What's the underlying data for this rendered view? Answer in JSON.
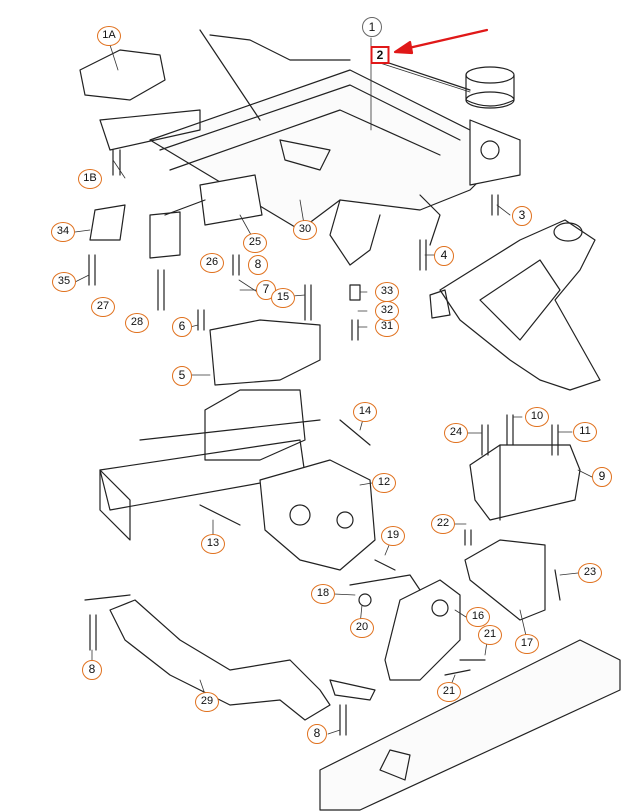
{
  "diagram": {
    "highlight_color": "#e01818",
    "callout_color": "#e0711e",
    "callouts": {
      "c1": "1",
      "c2": "2",
      "c1a": "1A",
      "c1b": "1B",
      "c3": "3",
      "c4": "4",
      "c5": "5",
      "c6": "6",
      "c7": "7",
      "c8a": "8",
      "c8b": "8",
      "c8c": "8",
      "c9": "9",
      "c10": "10",
      "c11": "11",
      "c12": "12",
      "c13": "13",
      "c14": "14",
      "c15": "15",
      "c16": "16",
      "c17": "17",
      "c18": "18",
      "c19": "19",
      "c20": "20",
      "c21a": "21",
      "c21b": "21",
      "c22": "22",
      "c23": "23",
      "c24": "24",
      "c25": "25",
      "c26": "26",
      "c27": "27",
      "c28": "28",
      "c29": "29",
      "c30": "30",
      "c31": "31",
      "c32": "32",
      "c33": "33",
      "c34": "34",
      "c35": "35"
    }
  }
}
